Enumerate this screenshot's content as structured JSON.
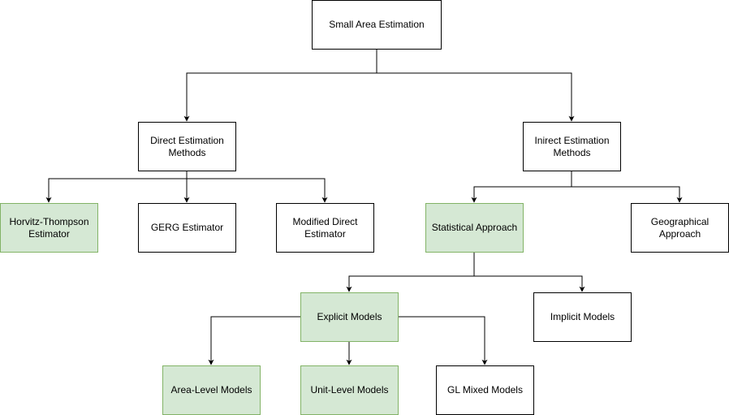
{
  "diagram": {
    "nodes": {
      "root": {
        "label": "Small Area Estimation",
        "highlighted": false
      },
      "direct": {
        "label": "Direct Estimation Methods",
        "highlighted": false
      },
      "indirect": {
        "label": "Inirect Estimation Methods",
        "highlighted": false
      },
      "horvitz": {
        "label": "Horvitz-Thompson Estimator",
        "highlighted": true
      },
      "gerg": {
        "label": "GERG Estimator",
        "highlighted": false
      },
      "modified": {
        "label": "Modified Direct Estimator",
        "highlighted": false
      },
      "statistical": {
        "label": "Statistical Approach",
        "highlighted": true
      },
      "geographical": {
        "label": "Geographical Approach",
        "highlighted": false
      },
      "explicit": {
        "label": "Explicit Models",
        "highlighted": true
      },
      "implicit": {
        "label": "Implicit Models",
        "highlighted": false
      },
      "area_level": {
        "label": "Area-Level Models",
        "highlighted": true
      },
      "unit_level": {
        "label": "Unit-Level Models",
        "highlighted": true
      },
      "gl_mixed": {
        "label": "GL Mixed Models",
        "highlighted": false
      }
    },
    "edges": [
      {
        "from": "root",
        "to": "direct"
      },
      {
        "from": "root",
        "to": "indirect"
      },
      {
        "from": "direct",
        "to": "horvitz"
      },
      {
        "from": "direct",
        "to": "gerg"
      },
      {
        "from": "direct",
        "to": "modified"
      },
      {
        "from": "indirect",
        "to": "statistical"
      },
      {
        "from": "indirect",
        "to": "geographical"
      },
      {
        "from": "statistical",
        "to": "explicit"
      },
      {
        "from": "statistical",
        "to": "implicit"
      },
      {
        "from": "explicit",
        "to": "area_level"
      },
      {
        "from": "explicit",
        "to": "unit_level"
      },
      {
        "from": "explicit",
        "to": "gl_mixed"
      }
    ],
    "colors": {
      "highlight_fill": "#d5e8d4",
      "highlight_border": "#82b366",
      "default_fill": "#ffffff",
      "default_border": "#000000",
      "edge": "#000000"
    }
  }
}
